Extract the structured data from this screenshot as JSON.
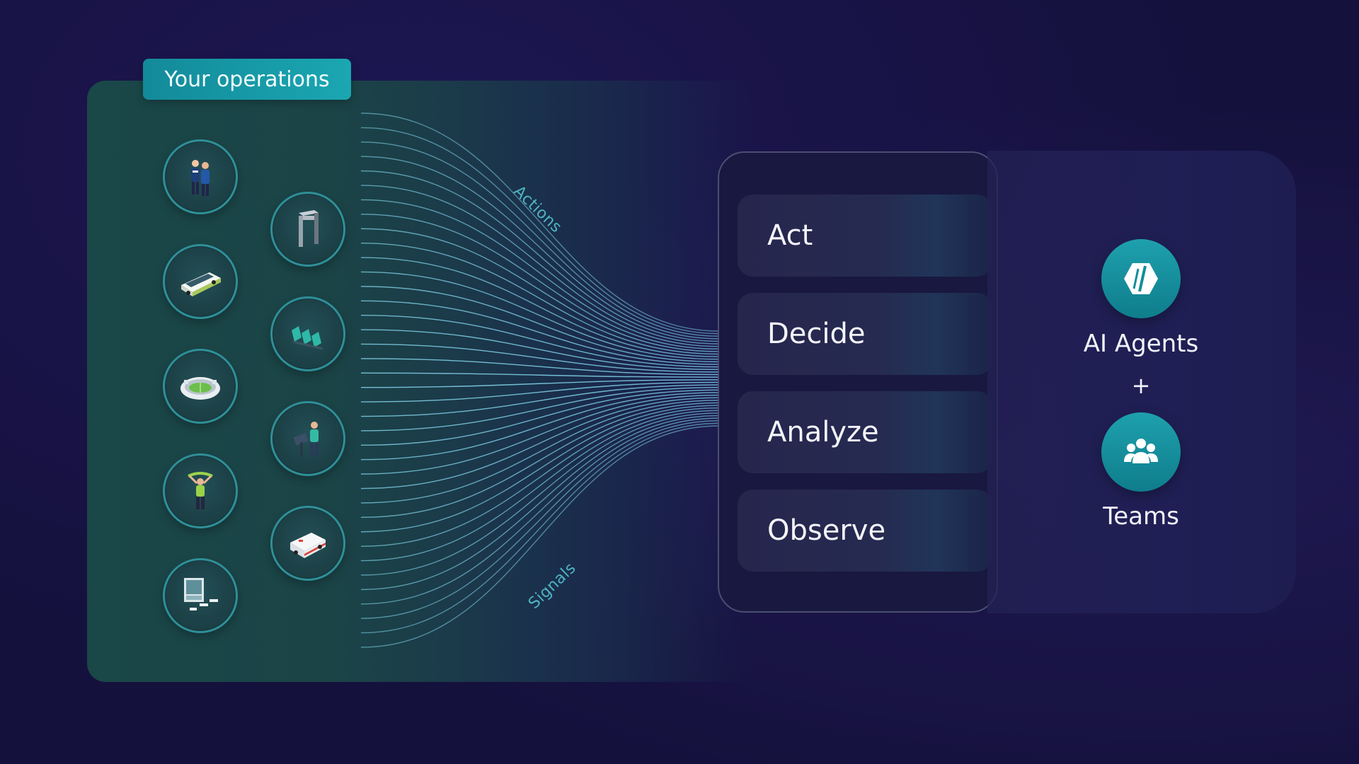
{
  "operations": {
    "tag_label": "Your operations",
    "left_column_icons": [
      "security-staff-icon",
      "bus-icon",
      "stadium-icon",
      "fan-icon",
      "display-screen-icon"
    ],
    "right_column_icons": [
      "gate-icon",
      "seats-icon",
      "worker-icon",
      "ambulance-icon"
    ]
  },
  "flow": {
    "top_label": "Actions",
    "bottom_label": "Signals",
    "line_color": "#7fd0e6"
  },
  "cycle": {
    "steps": [
      "Act",
      "Decide",
      "Analyze",
      "Observe"
    ]
  },
  "outcome": {
    "agents_label": "AI Agents",
    "plus": "+",
    "teams_label": "Teams"
  },
  "colors": {
    "background": "#15113d",
    "panel_teal": "#1a4748",
    "accent_teal": "#1aa7b2"
  }
}
